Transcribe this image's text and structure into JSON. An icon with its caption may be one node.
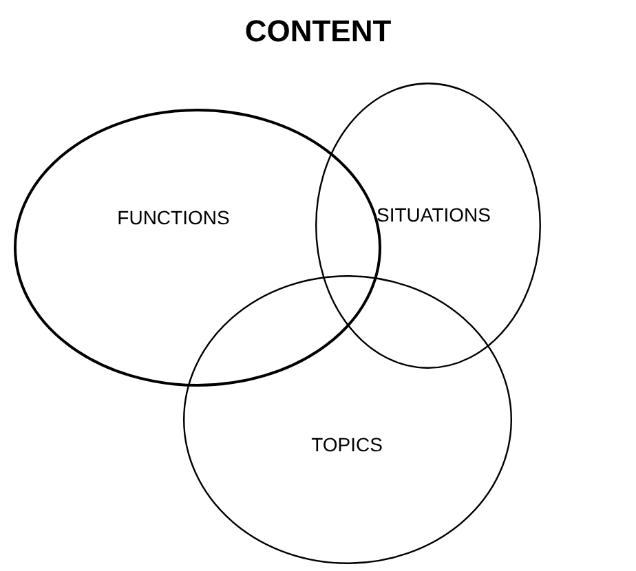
{
  "diagram": {
    "title": "CONTENT",
    "nodes": [
      {
        "text": [
          "FUNCTIONS"
        ]
      },
      {
        "text": [
          "SITUATIONS"
        ]
      },
      {
        "text": [
          "TOPICS"
        ]
      }
    ],
    "edges": []
  }
}
